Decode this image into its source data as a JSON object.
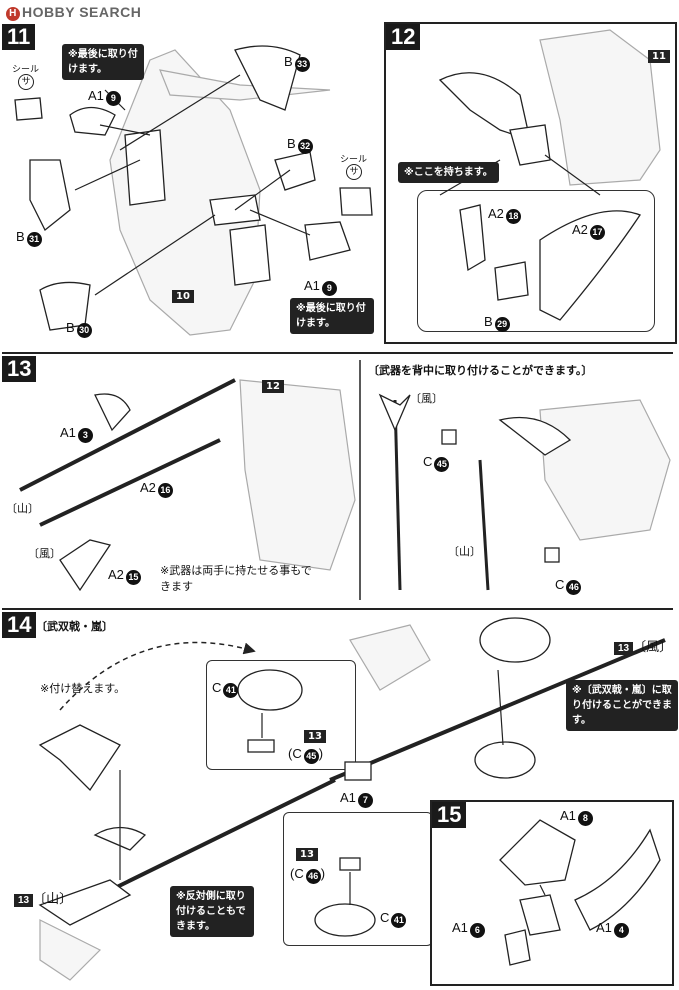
{
  "site_logo": "HOBBY SEARCH",
  "steps": {
    "s11": {
      "number": "11",
      "body_ref": "10",
      "seal_label_left": "シール",
      "seal_char_left": "サ",
      "seal_label_right": "シール",
      "seal_char_right": "サ",
      "note_top": "※最後に取り付けます。",
      "note_bottom": "※最後に取り付けます。",
      "parts": [
        {
          "runner": "A1",
          "num": "9"
        },
        {
          "runner": "B",
          "num": "33"
        },
        {
          "runner": "B",
          "num": "32"
        },
        {
          "runner": "B",
          "num": "31"
        },
        {
          "runner": "B",
          "num": "30"
        },
        {
          "runner": "A1",
          "num": "9"
        }
      ]
    },
    "s12": {
      "number": "12",
      "body_ref": "11",
      "note_hold": "※ここを持ちます。",
      "parts": [
        {
          "runner": "A2",
          "num": "18"
        },
        {
          "runner": "A2",
          "num": "17"
        },
        {
          "runner": "B",
          "num": "29"
        }
      ]
    },
    "s13": {
      "number": "13",
      "body_ref": "12",
      "label_mountain": "〔山〕",
      "label_wind": "〔風〕",
      "note_hands": "※武器は両手に持たせる事もできます",
      "heading_back": "〔武器を背中に取り付けることができます。〕",
      "parts": [
        {
          "runner": "A1",
          "num": "3"
        },
        {
          "runner": "A2",
          "num": "16"
        },
        {
          "runner": "A2",
          "num": "15"
        },
        {
          "runner": "C",
          "num": "45"
        },
        {
          "runner": "C",
          "num": "46"
        }
      ]
    },
    "s14": {
      "number": "14",
      "title": "〔武双戟・嵐〕",
      "note_swap": "※付け替えます。",
      "note_attach": "※〔武双戟・嵐〕に取り付けることができます。",
      "note_reverse": "※反対側に取り付けることもできます。",
      "ref13_wind": "〔風〕",
      "ref13_mountain": "〔山〕",
      "ref13": "13",
      "parts": [
        {
          "runner": "C",
          "num": "41"
        },
        {
          "runner": "C",
          "num": "45"
        },
        {
          "runner": "A1",
          "num": "7"
        },
        {
          "runner": "C",
          "num": "46"
        },
        {
          "runner": "C",
          "num": "41"
        }
      ]
    },
    "s15": {
      "number": "15",
      "parts": [
        {
          "runner": "A1",
          "num": "8"
        },
        {
          "runner": "A1",
          "num": "6"
        },
        {
          "runner": "A1",
          "num": "4"
        }
      ]
    }
  }
}
